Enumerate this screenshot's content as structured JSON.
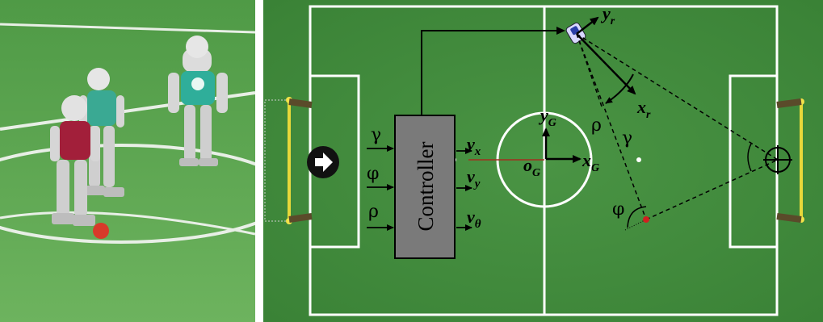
{
  "diagram": {
    "controller": {
      "label": "Controller",
      "inputs": [
        "γ",
        "φ",
        "ρ"
      ],
      "outputs": [
        {
          "base": "v",
          "sub": "x"
        },
        {
          "base": "v",
          "sub": "y"
        },
        {
          "base": "v",
          "sub": "θ"
        }
      ]
    },
    "global_frame": {
      "origin": {
        "base": "o",
        "sub": "G"
      },
      "x_axis": {
        "base": "x",
        "sub": "G"
      },
      "y_axis": {
        "base": "y",
        "sub": "G"
      }
    },
    "robot_frame": {
      "x_axis": {
        "base": "x",
        "sub": "r"
      },
      "y_axis": {
        "base": "y",
        "sub": "r"
      }
    },
    "geometry_labels": {
      "rho": "ρ",
      "gamma": "γ",
      "phi": "φ"
    },
    "colors": {
      "field_green": "#3f8a3a",
      "line_white": "#ffffff",
      "goal_yellow": "#e8d83a",
      "controller_gray": "#7a7a7a",
      "ball_red": "#d02020"
    },
    "icons": [
      "direction-arrow-icon",
      "target-crosshair-icon"
    ]
  }
}
